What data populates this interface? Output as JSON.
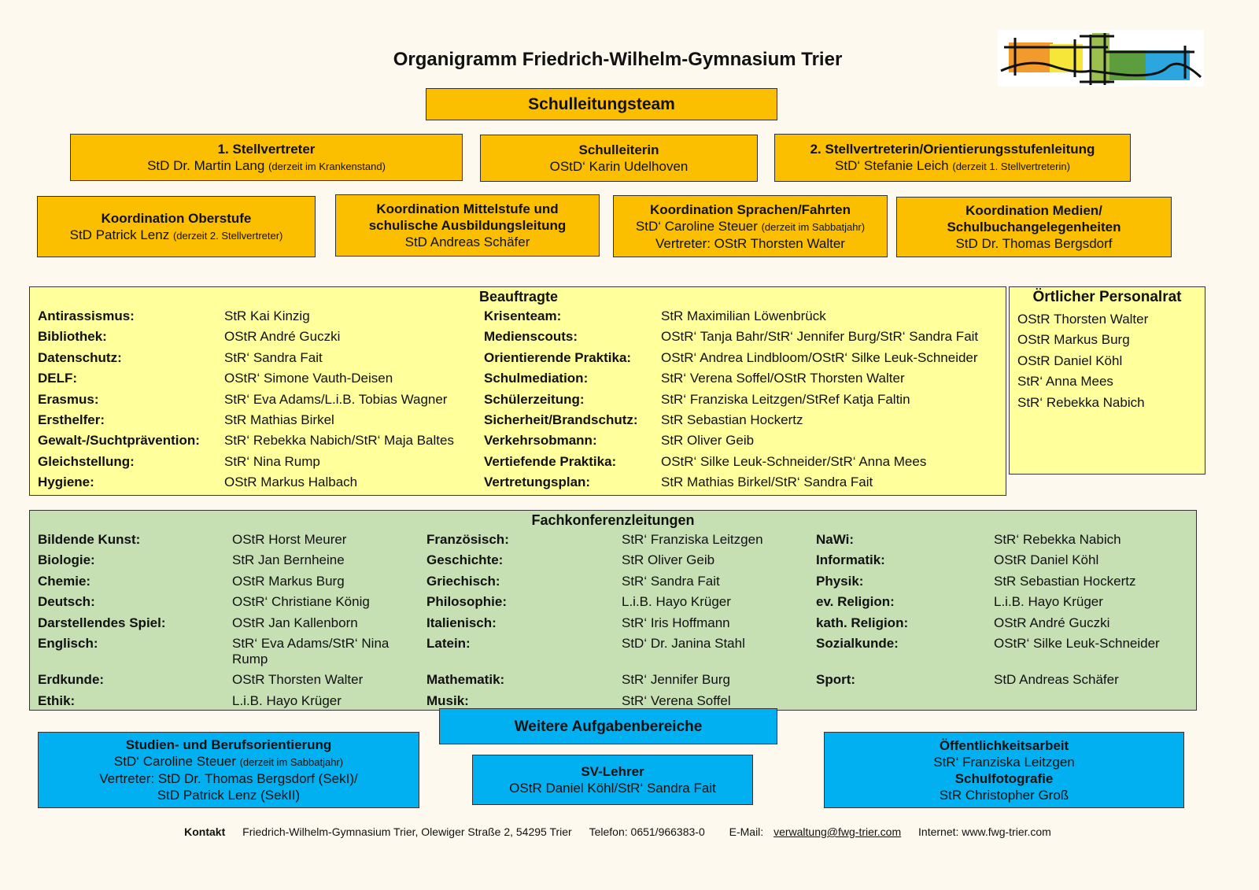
{
  "title": "Organigramm Friedrich-Wilhelm-Gymnasium Trier",
  "logo": {
    "icon": "school-logo",
    "colors": [
      "#f39a2c",
      "#f6e63a",
      "#9cc04e",
      "#5c9d3e",
      "#2ba6de"
    ]
  },
  "leadership": {
    "team": "Schulleitungsteam",
    "deputy1": {
      "role": "1. Stellvertreter",
      "name": "StD Dr. Martin Lang",
      "note": "(derzeit im Krankenstand)"
    },
    "head": {
      "role": "Schulleiterin",
      "name": "OStD‘ Karin Udelhoven"
    },
    "deputy2": {
      "role": "2. Stellvertreterin/Orientierungsstufenleitung",
      "name": "StD‘ Stefanie Leich",
      "note": "(derzeit 1. Stellvertreterin)"
    }
  },
  "coordination": {
    "oberstufe": {
      "role": "Koordination Oberstufe",
      "name": "StD Patrick Lenz",
      "note": "(derzeit 2. Stellvertreter)"
    },
    "mittelstufe": {
      "role1": "Koordination Mittelstufe und",
      "role2": "schulische Ausbildungsleitung",
      "name": "StD Andreas Schäfer"
    },
    "sprachen": {
      "role": "Koordination Sprachen/Fahrten",
      "name": "StD‘ Caroline Steuer",
      "note": "(derzeit im Sabbatjahr)",
      "deputy": "Vertreter: OStR Thorsten Walter"
    },
    "medien": {
      "role1": "Koordination Medien/",
      "role2": "Schulbuchangelegenheiten",
      "name": "StD Dr. Thomas Bergsdorf"
    }
  },
  "beauftragte": {
    "title": "Beauftragte",
    "rows": [
      [
        "Antirassismus:",
        "StR Kai Kinzig",
        "Krisenteam:",
        "StR Maximilian Löwenbrück"
      ],
      [
        "Bibliothek:",
        "OStR André Guczki",
        "Medienscouts:",
        "OStR‘ Tanja Bahr/StR‘ Jennifer Burg/StR‘ Sandra Fait"
      ],
      [
        "Datenschutz:",
        "StR‘ Sandra Fait",
        "Orientierende Praktika:",
        "OStR‘ Andrea Lindbloom/OStR‘ Silke Leuk-Schneider"
      ],
      [
        "DELF:",
        "OStR‘ Simone Vauth-Deisen",
        "Schulmediation:",
        "StR‘ Verena Soffel/OStR Thorsten Walter"
      ],
      [
        "Erasmus:",
        "StR‘ Eva Adams/L.i.B. Tobias Wagner",
        "Schülerzeitung:",
        "StR‘ Franziska Leitzgen/StRef Katja Faltin"
      ],
      [
        "Ersthelfer:",
        "StR Mathias Birkel",
        "Sicherheit/Brandschutz:",
        "StR Sebastian Hockertz"
      ],
      [
        "Gewalt-/Suchtprävention:",
        "StR‘ Rebekka Nabich/StR‘ Maja Baltes",
        "Verkehrsobmann:",
        "StR Oliver Geib"
      ],
      [
        "Gleichstellung:",
        "StR‘ Nina Rump",
        "Vertiefende Praktika:",
        "OStR‘ Silke Leuk-Schneider/StR‘ Anna Mees"
      ],
      [
        "Hygiene:",
        "OStR Markus Halbach",
        "Vertretungsplan:",
        "StR Mathias Birkel/StR‘ Sandra Fait"
      ]
    ]
  },
  "personalrat": {
    "title": "Örtlicher Personalrat",
    "members": [
      "OStR Thorsten Walter",
      "OStR Markus Burg",
      "OStR Daniel Köhl",
      "StR‘ Anna Mees",
      "StR‘ Rebekka Nabich"
    ]
  },
  "fachkonferenz": {
    "title": "Fachkonferenzleitungen",
    "rows": [
      [
        "Bildende Kunst:",
        "OStR Horst Meurer",
        "Französisch:",
        "StR‘ Franziska Leitzgen",
        "NaWi:",
        "StR‘ Rebekka Nabich"
      ],
      [
        "Biologie:",
        "StR Jan Bernheine",
        "Geschichte:",
        "StR Oliver Geib",
        "Informatik:",
        "OStR Daniel Köhl"
      ],
      [
        "Chemie:",
        "OStR Markus Burg",
        "Griechisch:",
        "StR‘ Sandra Fait",
        "Physik:",
        "StR Sebastian Hockertz"
      ],
      [
        "Deutsch:",
        "OStR‘ Christiane König",
        "Philosophie:",
        "L.i.B. Hayo Krüger",
        "ev. Religion:",
        "L.i.B. Hayo Krüger"
      ],
      [
        "Darstellendes Spiel:",
        "OStR Jan Kallenborn",
        "Italienisch:",
        "StR‘ Iris Hoffmann",
        "kath. Religion:",
        "OStR André Guczki"
      ],
      [
        "Englisch:",
        "StR‘ Eva Adams/StR‘ Nina Rump",
        "Latein:",
        "StD‘ Dr. Janina Stahl",
        "Sozialkunde:",
        "OStR‘ Silke Leuk-Schneider"
      ],
      [
        "Erdkunde:",
        "OStR Thorsten Walter",
        "Mathematik:",
        "StR‘ Jennifer Burg",
        "Sport:",
        "StD Andreas Schäfer"
      ],
      [
        "Ethik:",
        "L.i.B. Hayo Krüger",
        "Musik:",
        "StR‘ Verena Soffel",
        "",
        ""
      ]
    ]
  },
  "weitere": {
    "title": "Weitere Aufgabenbereiche",
    "studien": {
      "role": "Studien- und Berufsorientierung",
      "name": "StD‘ Caroline Steuer",
      "note": "(derzeit im Sabbatjahr)",
      "deputy1": "Vertreter: StD Dr. Thomas Bergsdorf (SekI)/",
      "deputy2": "StD Patrick Lenz (SekII)"
    },
    "sv": {
      "role": "SV-Lehrer",
      "name": "OStR Daniel Köhl/StR‘ Sandra Fait"
    },
    "oeffentlich": {
      "role": "Öffentlichkeitsarbeit",
      "name": "StR‘ Franziska Leitzgen",
      "role2": "Schulfotografie",
      "name2": "StR Christopher Groß"
    }
  },
  "footer": {
    "label": "Kontakt",
    "address": "Friedrich-Wilhelm-Gymnasium Trier, Olewiger Straße 2, 54295 Trier",
    "phone": "Telefon: 0651/966383-0",
    "email_label": "E-Mail:",
    "email": "verwaltung@fwg-trier.com",
    "web": "Internet: www.fwg-trier.com"
  }
}
